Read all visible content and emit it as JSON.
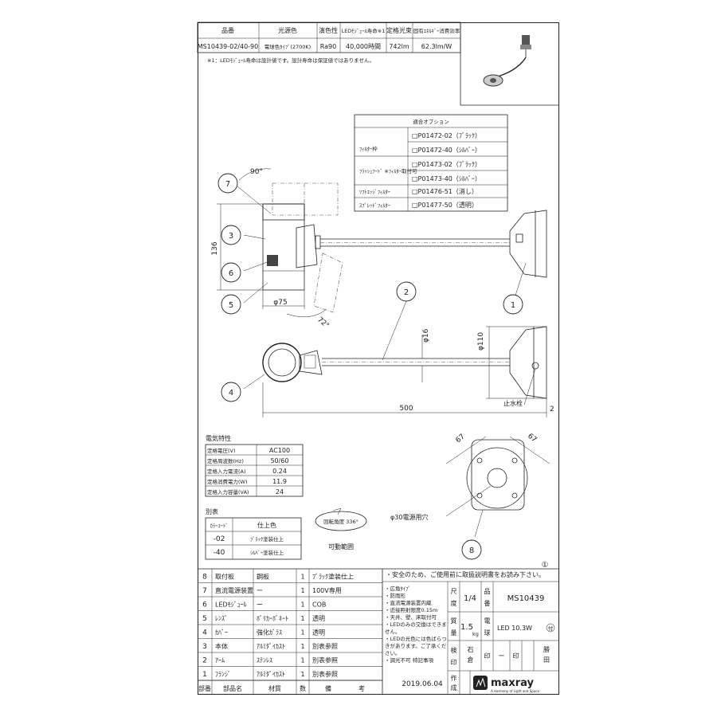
{
  "spec_table": {
    "headers": [
      "品番",
      "光源色",
      "演色性",
      "LEDﾓｼﾞｭｰﾙ寿命※1",
      "定格光束",
      "固有ｴﾈﾙｷﾞｰ消費効率"
    ],
    "row": [
      "MS10439-02/40-90",
      "電球色ﾀｲﾌﾟ(2700K)",
      "Ra90",
      "40,000時間",
      "742lm",
      "62.3lm/W"
    ],
    "note": "※1：LEDﾓｼﾞｭｰﾙ寿命は設計値です。設計寿命は保証値ではありません。"
  },
  "options_table": {
    "title": "適合オプション",
    "rows": [
      {
        "label": "ﾌｨﾙﾀｰ枠",
        "codes": [
          "□P01472-02（ﾌﾞﾗｯｸ）",
          "□P01472-40（ｼﾙﾊﾞｰ）"
        ]
      },
      {
        "label": "ﾌﾗｯｼｭﾌｰﾄﾞ ※ﾌｨﾙﾀｰ取付可",
        "codes": [
          "□P01473-02（ﾌﾞﾗｯｸ）",
          "□P01473-40（ｼﾙﾊﾞｰ）"
        ]
      },
      {
        "label": "ｿﾌﾄｴｯｼﾞﾌｨﾙﾀｰ",
        "codes": [
          "□P01476-51（消し）"
        ]
      },
      {
        "label": "ｽﾌﾟﾚｯﾄﾞﾌｨﾙﾀｰ",
        "codes": [
          "□P01477-50（透明）"
        ]
      }
    ]
  },
  "drawing": {
    "dim_90": "90°",
    "dim_136": "136",
    "dim_75": "φ75",
    "dim_72": "72°",
    "dim_16": "φ16",
    "dim_110": "φ110",
    "dim_500": "500",
    "dim_2": "2",
    "dim_67a": "67",
    "dim_67b": "67",
    "water_plug": "止水栓",
    "cable_hole": "φ30電源用穴",
    "rotation": "回転角度 336°",
    "movable": "可動範囲",
    "callouts": [
      "1",
      "2",
      "3",
      "4",
      "5",
      "6",
      "7",
      "8"
    ]
  },
  "electrical": {
    "title": "電気特性",
    "rows": [
      [
        "定格電圧(V)",
        "AC100"
      ],
      [
        "定格周波数(Hz)",
        "50/60"
      ],
      [
        "定格入力電流(A)",
        "0.24"
      ],
      [
        "定格消費電力(W)",
        "11.9"
      ],
      [
        "定格入力容量(VA)",
        "24"
      ]
    ]
  },
  "color_table": {
    "title": "別表",
    "headers": [
      "ｶﾗｰｺｰﾄﾞ",
      "仕上色"
    ],
    "rows": [
      [
        "-02",
        "ﾌﾞﾗｯｸ塗装仕上"
      ],
      [
        "-40",
        "ｼﾙﾊﾞｰ塗装仕上"
      ]
    ]
  },
  "circle_mark": "①",
  "parts": {
    "rows": [
      [
        "8",
        "取付板",
        "鋼板",
        "1",
        "ﾌﾞﾗｯｸ塗装仕上"
      ],
      [
        "7",
        "直流電源装置",
        "ー",
        "1",
        "100V専用"
      ],
      [
        "6",
        "LEDﾓｼﾞｭｰﾙ",
        "ー",
        "1",
        "COB"
      ],
      [
        "5",
        "ﾚﾝｽﾞ",
        "ﾎﾟﾘｶｰﾎﾞﾈｰﾄ",
        "1",
        "透明"
      ],
      [
        "4",
        "ｶﾊﾞｰ",
        "強化ｶﾞﾗｽ",
        "1",
        "透明"
      ],
      [
        "3",
        "本体",
        "ｱﾙﾐﾀﾞｲｶｽﾄ",
        "1",
        "別表参照"
      ],
      [
        "2",
        "ｱｰﾑ",
        "ｽﾃﾝﾚｽ",
        "1",
        "別表参照"
      ],
      [
        "1",
        "ﾌﾗﾝｼﾞ",
        "ｱﾙﾐﾀﾞｲｶｽﾄ",
        "1",
        "別表参照"
      ]
    ],
    "footer": [
      "部番",
      "部品名",
      "材質",
      "数",
      "備",
      "考"
    ]
  },
  "title_block": {
    "safety": "・安全のため、ご使用前に取扱説明書をお読み下さい。",
    "notes": [
      "・広角ﾀｲﾌﾟ",
      "・防雨形",
      "・直流電源装置内蔵",
      "・近接照射限度0.15m",
      "・天井、壁、床取付可",
      "・LEDのみの交換はできません。",
      "・LEDの光色には色ばらつきがあります。ご了承ください。",
      "・調光不可"
    ],
    "special": "特記事項",
    "scale_label": "尺度",
    "scale_value": "1/4",
    "product_label": "品番",
    "product_no": "MS10439",
    "mass_label": "質量",
    "mass_value": "1.5",
    "mass_unit": "kg",
    "lamp_label": "電球",
    "lamp_value": "LED 10.3W",
    "lamp_badge": "付",
    "check_label": "検印",
    "stamp1": "石倉",
    "stamp_label2": "印",
    "stamp2": "ー",
    "stamp_label3": "印",
    "stamp3": "勝田",
    "made_label": "作成",
    "date": "2019.06.04",
    "brand": "maxray",
    "brand_tagline": "A Harmony of Light and Space"
  }
}
